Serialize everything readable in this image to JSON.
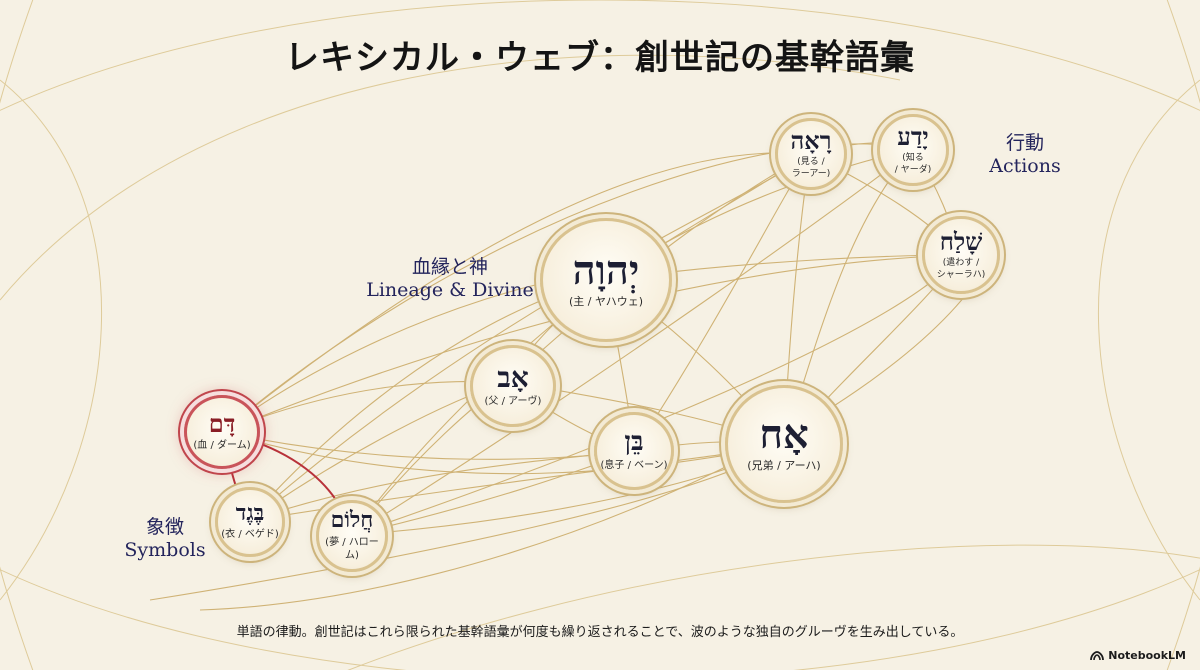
{
  "title": "レキシカル・ウェブ：創世記の基幹語彙",
  "groups": {
    "lineage": {
      "jp": "血縁と神",
      "en": "Lineage & Divine"
    },
    "actions": {
      "jp": "行動",
      "en": "Actions"
    },
    "symbols": {
      "jp": "象徴",
      "en": "Symbols"
    }
  },
  "nodes": {
    "raah": {
      "hebrew": "רָאָה",
      "gloss": "(見る /\nラーアー)"
    },
    "yada": {
      "hebrew": "יָדַע",
      "gloss": "(知る\n/ ヤーダ)"
    },
    "shalach": {
      "hebrew": "שָׁלַח",
      "gloss": "(遣わす /\nシャーラハ)"
    },
    "yhwh": {
      "hebrew": "יְהוָה",
      "gloss": "(主 / ヤハウェ)"
    },
    "av": {
      "hebrew": "אָב",
      "gloss": "(父 / アーヴ)"
    },
    "ben": {
      "hebrew": "בֵּן",
      "gloss": "(息子 / ベーン)"
    },
    "ach": {
      "hebrew": "אָח",
      "gloss": "(兄弟 / アーハ)"
    },
    "dam": {
      "hebrew": "דָּם",
      "gloss": "(血 / ダーム)"
    },
    "beged": {
      "hebrew": "בֶּגֶד",
      "gloss": "(衣 / ベゲド)"
    },
    "chalom": {
      "hebrew": "חֲלוֹם",
      "gloss": "(夢 / ハローム)"
    }
  },
  "caption": "単語の律動。創世記はこれら限られた基幹語彙が何度も繰り返されることで、波のような独自のグルーヴを生み出している。",
  "brand": "NotebookLM",
  "colors": {
    "background": "#f6f1e4",
    "gold": "#c9a862",
    "accent_red": "#b8323a",
    "label_navy": "#23245c"
  }
}
